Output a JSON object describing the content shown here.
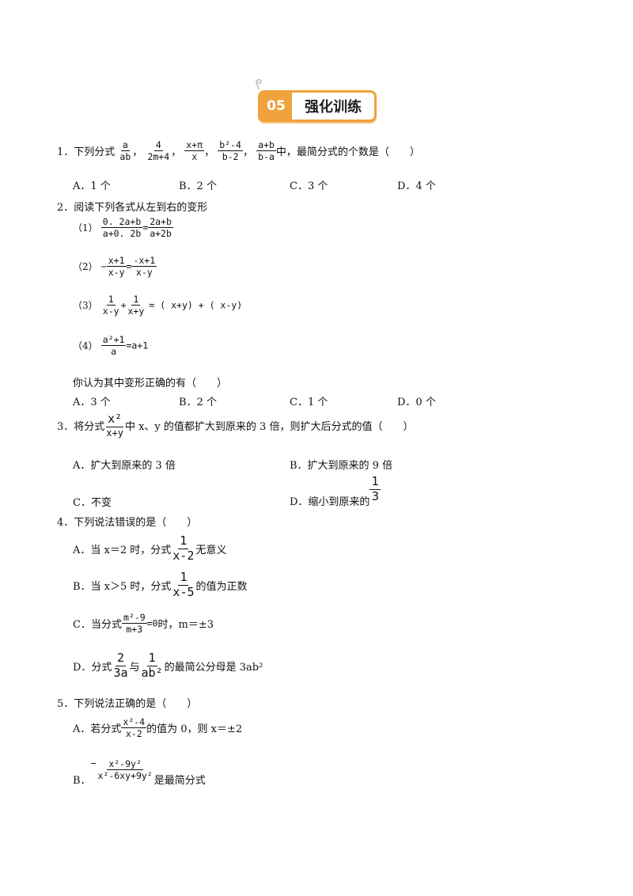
{
  "header": {
    "number": "05",
    "title": "强化训练"
  },
  "q1": {
    "prefix": "1．下列分式",
    "fracs": [
      {
        "num": "a",
        "den": "ab"
      },
      {
        "num": "4",
        "den": "2m+4"
      },
      {
        "num": "x+π",
        "den": "x"
      },
      {
        "num": "b²-4",
        "den": "b-2"
      },
      {
        "num": "a+b",
        "den": "b-a"
      }
    ],
    "comma": "，",
    "suffix": "中，最简分式的个数是（　　）",
    "options": [
      "A．1 个",
      "B．2 个",
      "C．3 个",
      "D．4 个"
    ]
  },
  "q2": {
    "stem": "2．阅读下列各式从左到右的变形",
    "items": [
      {
        "label": "（1）",
        "ln": "0. 2a+b",
        "ld": "a+0. 2b",
        "eq": "=",
        "rn": "2a+b",
        "rd": "a+2b"
      },
      {
        "label": "（2）",
        "neg": "−",
        "ln": "x+1",
        "ld": "x-y",
        "eq": "=",
        "rn": "-x+1",
        "rd": "x-y"
      },
      {
        "label": "（3）",
        "ln": "1",
        "ld": "x-y",
        "plus": "+",
        "rn": "1",
        "rd": "x+y",
        "tail": "= ( x+y) + ( x-y)"
      },
      {
        "label": "（4）",
        "ln": "a²+1",
        "ld": "a",
        "tail": "=a+1"
      }
    ],
    "question": "你认为其中变形正确的有（　　）",
    "options": [
      "A．3 个",
      "B．2 个",
      "C．1 个",
      "D．0 个"
    ]
  },
  "q3": {
    "prefix": "3．将分式",
    "num": "x²",
    "den": "x+y",
    "suffix": "中 x、y 的值都扩大到原来的 3 倍，则扩大后分式的值（　　）",
    "optA": "A．扩大到原来的 3 倍",
    "optB": "B．扩大到原来的 9 倍",
    "optC": "C．不变",
    "optD": "D．缩小到原来的",
    "dnum": "1",
    "dden": "3"
  },
  "q4": {
    "stem": "4．下列说法错误的是（　　）",
    "A_pre": "A．当 x＝2 时，分式",
    "A_num": "1",
    "A_den": "x-2",
    "A_post": "无意义",
    "B_pre": "B．当 x＞5 时，分式",
    "B_num": "1",
    "B_den": "x-5",
    "B_post": "的值为正数",
    "C_pre": "C．当分式",
    "C_num": "m²-9",
    "C_den": "m+3",
    "C_eq": "=0",
    "C_post": "时，m＝±3",
    "D_pre": "D．分式",
    "D_n1": "2",
    "D_d1": "3a",
    "D_mid": "与",
    "D_n2": "1",
    "D_d2": "ab²",
    "D_post": "的最简公分母是 3ab²"
  },
  "q5": {
    "stem": "5．下列说法正确的是（　　）",
    "A_pre": "A．若分式",
    "A_num": "x²-4",
    "A_den": "x-2",
    "A_post": "的值为 0，则 x＝±2",
    "B_pre": "B．",
    "B_neg": "−",
    "B_num": "x²-9y²",
    "B_den": "x²-6xy+9y²",
    "B_post": "是最简分式"
  },
  "colors": {
    "accent": "#f0a23c"
  }
}
